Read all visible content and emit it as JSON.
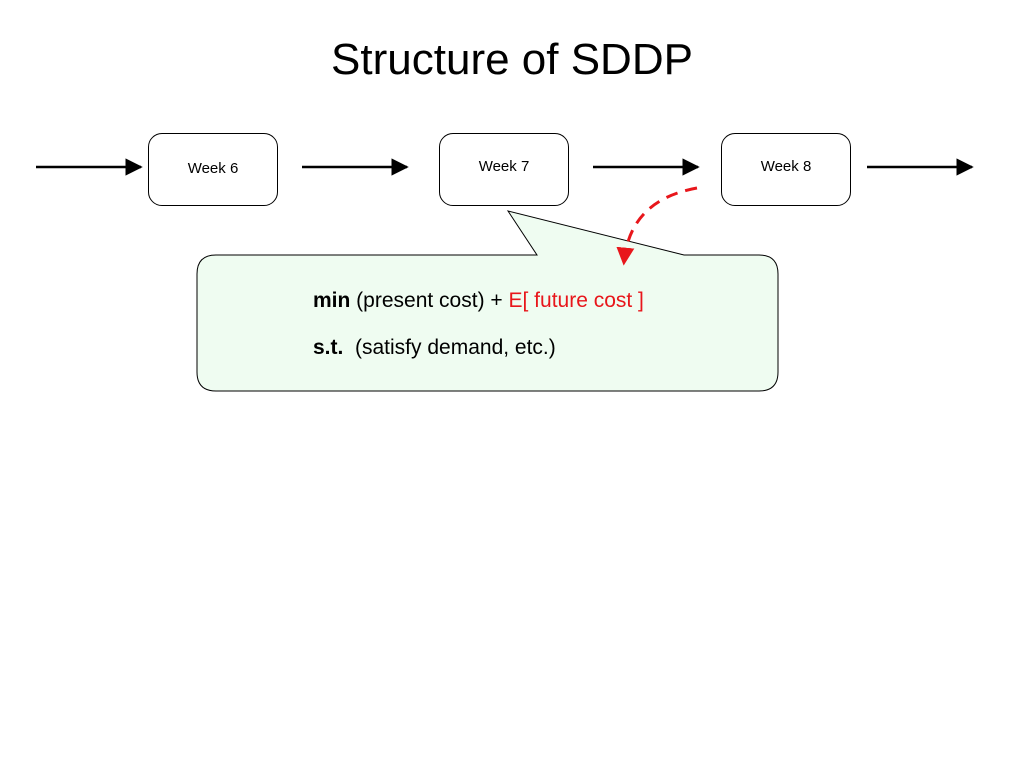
{
  "title": "Structure of SDDP",
  "stages": [
    {
      "label": "Week 6"
    },
    {
      "label": "Week 7"
    },
    {
      "label": "Week 8"
    }
  ],
  "callout": {
    "line1": {
      "keyword": "min",
      "text": " (present cost) + ",
      "highlight": "E[ future cost ]"
    },
    "line2": {
      "keyword": "s.t.",
      "text": "  (satisfy demand, etc.)"
    }
  },
  "colors": {
    "callout_fill": "#effcf1",
    "highlight": "#e8161b",
    "dashed_arrow": "#e8161b",
    "arrows": "#000000"
  }
}
